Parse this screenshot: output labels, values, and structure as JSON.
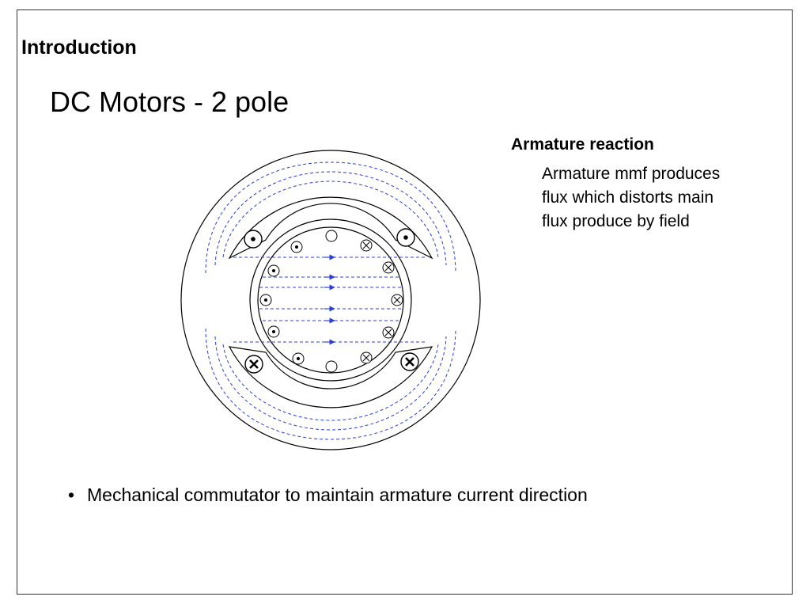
{
  "header": {
    "section_title": "Introduction",
    "slide_title": "DC Motors - 2 pole"
  },
  "note": {
    "heading": "Armature reaction",
    "lines": [
      "Armature mmf produces",
      "flux which distorts main",
      "flux produce by field"
    ]
  },
  "bullets": [
    {
      "symbol": "•",
      "text": "Mechanical commutator to maintain armature current direction"
    }
  ],
  "colors": {
    "flux_lines": "#2b3fd6",
    "outline": "#000000"
  },
  "icons": {
    "current_out": "dot-in-circle-icon",
    "current_in": "cross-in-circle-icon",
    "no_current": "empty-circle-icon"
  }
}
